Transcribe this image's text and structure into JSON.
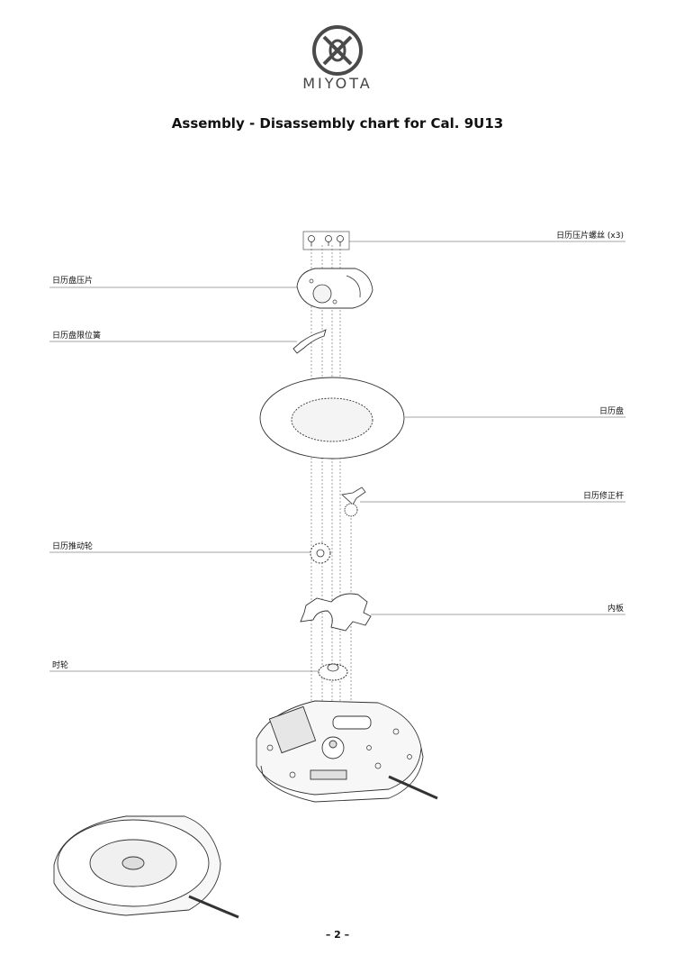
{
  "brand": {
    "name": "MIYOTA",
    "logo_icon": "miyota-logo-icon"
  },
  "title": "Assembly - Disassembly chart for Cal. 9U13",
  "parts": [
    {
      "id": "calendar-plate-screw",
      "label": "日历压片螺丝 (x3)",
      "side": "right"
    },
    {
      "id": "calendar-plate",
      "label": "日历盘压片",
      "side": "left"
    },
    {
      "id": "calendar-jumper",
      "label": "日历盘限位簧",
      "side": "left"
    },
    {
      "id": "date-dial",
      "label": "日历盘",
      "side": "right"
    },
    {
      "id": "date-corrector",
      "label": "日历修正杆",
      "side": "right"
    },
    {
      "id": "date-driving-wheel",
      "label": "日历推动轮",
      "side": "left"
    },
    {
      "id": "inner-plate",
      "label": "内板",
      "side": "right"
    },
    {
      "id": "hour-wheel",
      "label": "时轮",
      "side": "left"
    }
  ],
  "page_number": "– 2 –",
  "colors": {
    "line": "#555555",
    "stroke": "#333333",
    "fill_light": "#f2f2f2",
    "fill_mid": "#d9d9d9"
  }
}
